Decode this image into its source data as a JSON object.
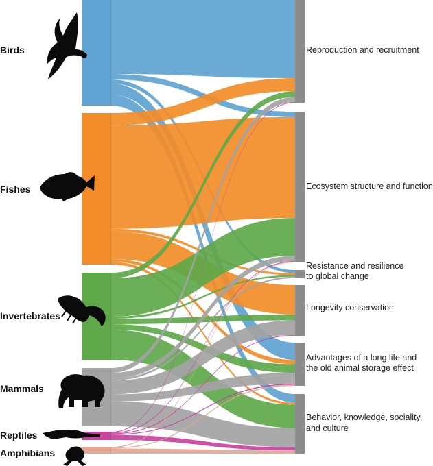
{
  "sources": [
    {
      "id": "birds",
      "label": "Birds",
      "color": "#5fa3d3",
      "icon": "bird-icon"
    },
    {
      "id": "fishes",
      "label": "Fishes",
      "color": "#f28c28",
      "icon": "fish-icon"
    },
    {
      "id": "invertebrates",
      "label": "Invertebrates",
      "color": "#5ea84a",
      "icon": "lobster-icon"
    },
    {
      "id": "mammals",
      "label": "Mammals",
      "color": "#a3a3a3",
      "icon": "elephant-icon"
    },
    {
      "id": "reptiles",
      "label": "Reptiles",
      "color": "#c9409e",
      "icon": "crocodile-icon"
    },
    {
      "id": "amphibians",
      "label": "Amphibians",
      "color": "#e3a691",
      "icon": "frog-icon"
    }
  ],
  "targets": [
    {
      "id": "reproduction",
      "lines": [
        "Reproduction and recruitment"
      ]
    },
    {
      "id": "ecosystem",
      "lines": [
        "Ecosystem structure and function"
      ]
    },
    {
      "id": "resistance",
      "lines": [
        "Resistance and resilience",
        "to global change"
      ]
    },
    {
      "id": "longevity",
      "lines": [
        "Longevity conservation"
      ]
    },
    {
      "id": "advantages",
      "lines": [
        "Advantages of a long life and",
        "the old animal storage effect"
      ]
    },
    {
      "id": "behavior",
      "lines": [
        "Behavior, knowledge, sociality,",
        "and culture"
      ]
    }
  ],
  "flows": [
    {
      "source": "birds",
      "target": "reproduction",
      "value": 108
    },
    {
      "source": "birds",
      "target": "resistance",
      "value": 6
    },
    {
      "source": "birds",
      "target": "advantages",
      "value": 16
    },
    {
      "source": "birds",
      "target": "behavior",
      "value": 16
    },
    {
      "source": "birds",
      "target": "ecosystem",
      "value": 8
    },
    {
      "source": "fishes",
      "target": "reproduction",
      "value": 18
    },
    {
      "source": "fishes",
      "target": "ecosystem",
      "value": 150
    },
    {
      "source": "fishes",
      "target": "resistance",
      "value": 4
    },
    {
      "source": "fishes",
      "target": "longevity",
      "value": 40
    },
    {
      "source": "fishes",
      "target": "advantages",
      "value": 4
    },
    {
      "source": "fishes",
      "target": "behavior",
      "value": 4
    },
    {
      "source": "invertebrates",
      "target": "reproduction",
      "value": 8
    },
    {
      "source": "invertebrates",
      "target": "ecosystem",
      "value": 56
    },
    {
      "source": "invertebrates",
      "target": "resistance",
      "value": 3
    },
    {
      "source": "invertebrates",
      "target": "longevity",
      "value": 8
    },
    {
      "source": "invertebrates",
      "target": "advantages",
      "value": 8
    },
    {
      "source": "invertebrates",
      "target": "behavior",
      "value": 44
    },
    {
      "source": "mammals",
      "target": "reproduction",
      "value": 7
    },
    {
      "source": "mammals",
      "target": "ecosystem",
      "value": 8
    },
    {
      "source": "mammals",
      "target": "resistance",
      "value": 3
    },
    {
      "source": "mammals",
      "target": "longevity",
      "value": 20
    },
    {
      "source": "mammals",
      "target": "advantages",
      "value": 10
    },
    {
      "source": "mammals",
      "target": "behavior",
      "value": 36
    },
    {
      "source": "reptiles",
      "target": "reproduction",
      "value": 1
    },
    {
      "source": "reptiles",
      "target": "ecosystem",
      "value": 1
    },
    {
      "source": "reptiles",
      "target": "longevity",
      "value": 1
    },
    {
      "source": "reptiles",
      "target": "advantages",
      "value": 1
    },
    {
      "source": "reptiles",
      "target": "behavior",
      "value": 6
    },
    {
      "source": "amphibians",
      "target": "ecosystem",
      "value": 1
    },
    {
      "source": "amphibians",
      "target": "advantages",
      "value": 1
    },
    {
      "source": "amphibians",
      "target": "behavior",
      "value": 6
    }
  ]
}
